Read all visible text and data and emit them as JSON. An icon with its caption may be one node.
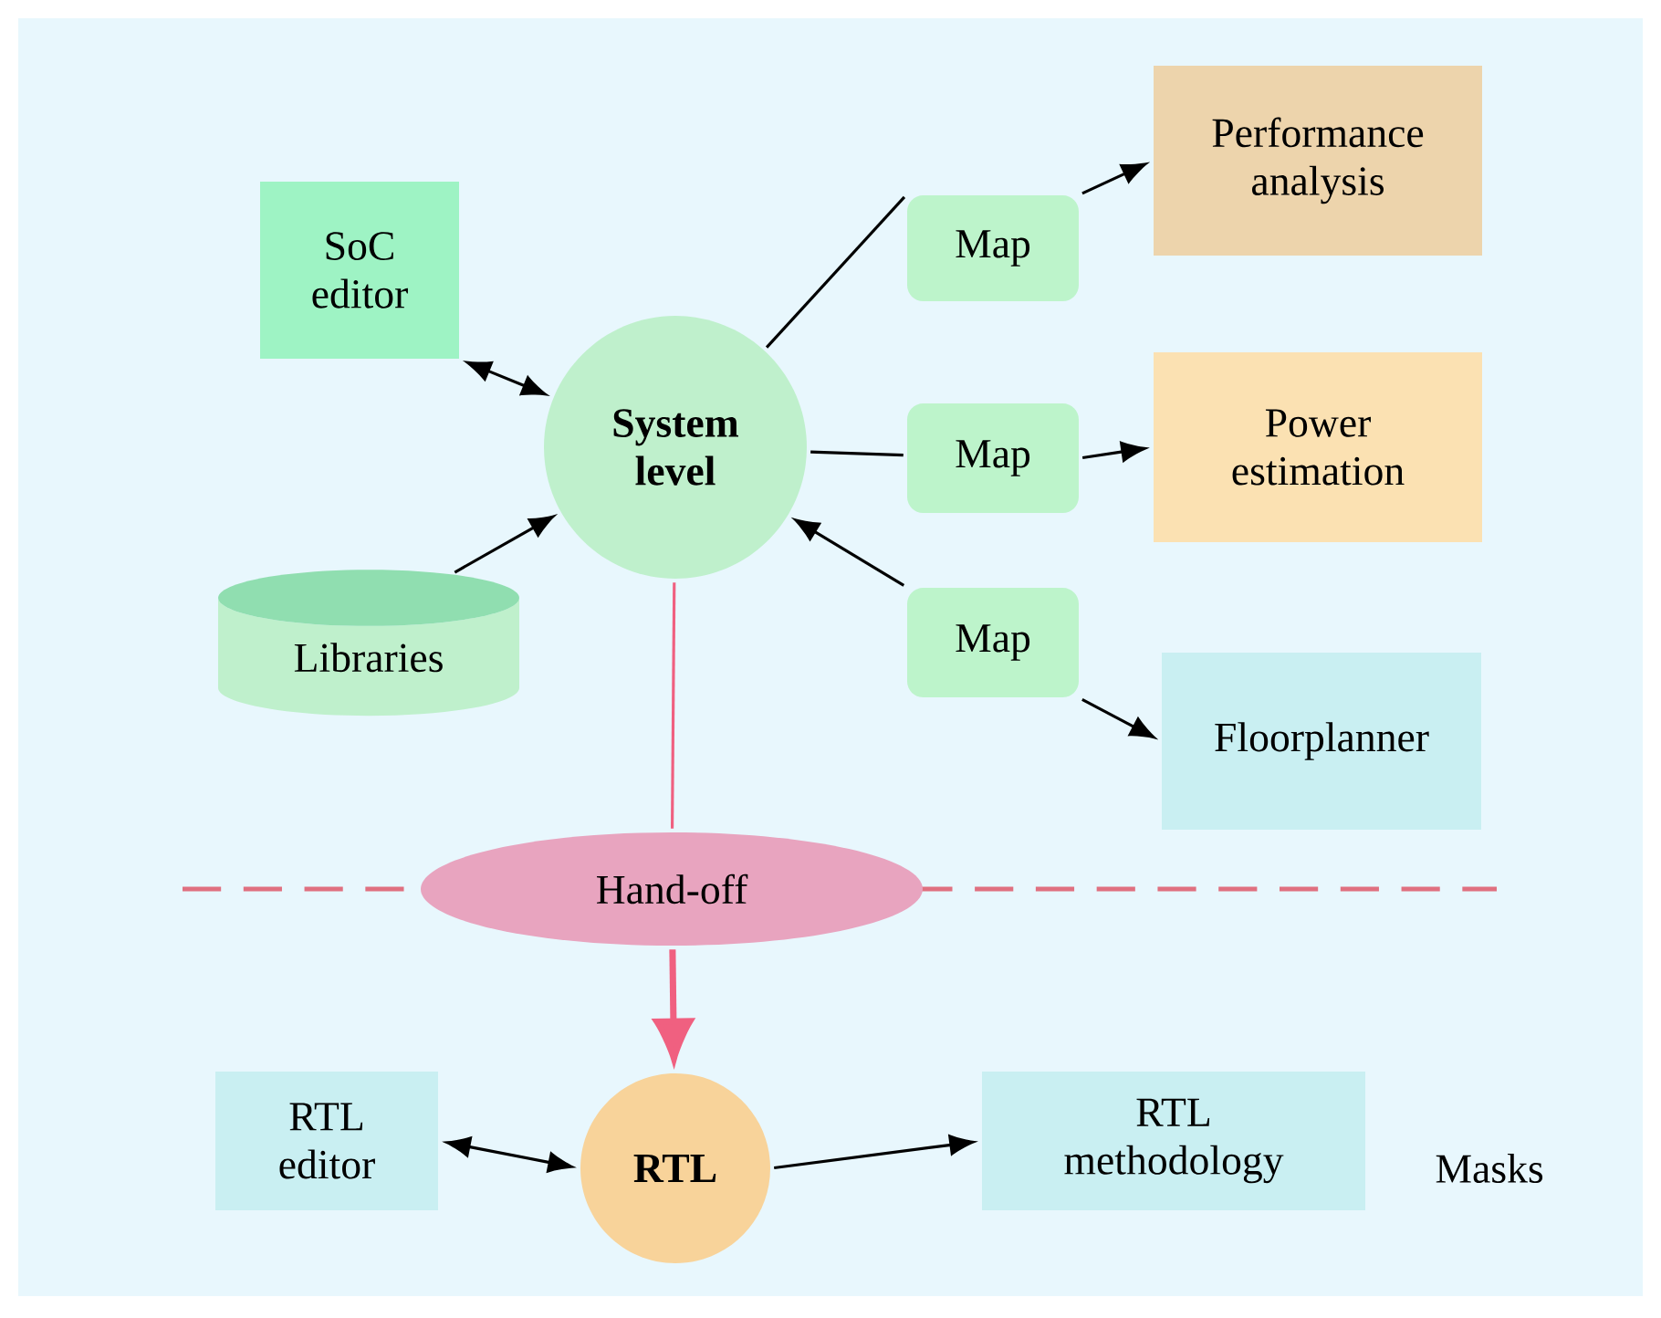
{
  "diagram": {
    "nodes": [
      {
        "text": [
          "SoC editor"
        ]
      },
      {
        "text": [
          "System level"
        ]
      },
      {
        "text": [
          "Libraries"
        ]
      },
      {
        "text": [
          "Map"
        ]
      },
      {
        "text": [
          "Performance analysis"
        ]
      },
      {
        "text": [
          "Map"
        ]
      },
      {
        "text": [
          "Power estimation"
        ]
      },
      {
        "text": [
          "Map"
        ]
      },
      {
        "text": [
          "Floorplanner"
        ]
      },
      {
        "text": [
          "Hand-off"
        ]
      },
      {
        "text": [
          "RTL editor"
        ]
      },
      {
        "text": [
          "RTL"
        ]
      },
      {
        "text": [
          "RTL methodology"
        ]
      }
    ],
    "edges": [
      {
        "from": 0,
        "to": 1,
        "arrow": "both"
      },
      {
        "from": 2,
        "to": 1,
        "arrow": "to"
      },
      {
        "from": 1,
        "to": 3,
        "arrow": "none"
      },
      {
        "from": 3,
        "to": 4,
        "arrow": "to"
      },
      {
        "from": 1,
        "to": 5,
        "arrow": "none"
      },
      {
        "from": 5,
        "to": 6,
        "arrow": "to"
      },
      {
        "from": 7,
        "to": 1,
        "arrow": "to"
      },
      {
        "from": 7,
        "to": 8,
        "arrow": "to"
      },
      {
        "from": 1,
        "to": 9,
        "arrow": "none",
        "color": "#f06080"
      },
      {
        "from": 9,
        "to": 11,
        "arrow": "to",
        "color": "#f06080",
        "style": "thick"
      },
      {
        "from": 10,
        "to": 11,
        "arrow": "both"
      },
      {
        "from": 11,
        "to": 12,
        "arrow": "to"
      }
    ],
    "labels": [
      "Masks"
    ]
  }
}
